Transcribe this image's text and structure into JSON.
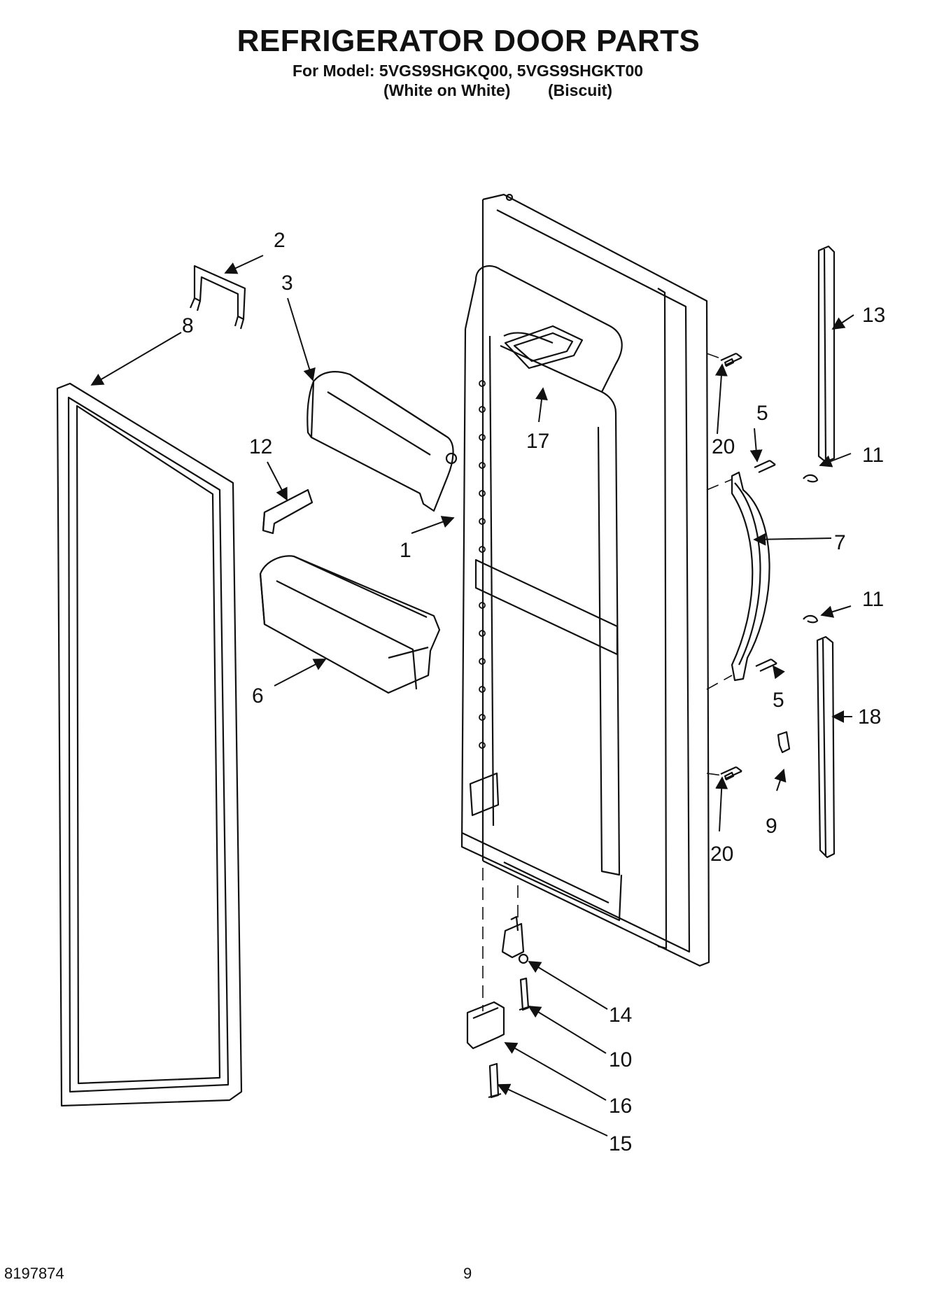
{
  "header": {
    "title": "REFRIGERATOR DOOR PARTS",
    "model_line": "For Model: 5VGS9SHGKQ00, 5VGS9SHGKT00",
    "variant_1": "(White on White)",
    "variant_2": "(Biscuit)"
  },
  "callouts": {
    "p1": "1",
    "p2": "2",
    "p3": "3",
    "p5a": "5",
    "p5b": "5",
    "p6": "6",
    "p7": "7",
    "p8": "8",
    "p9": "9",
    "p10": "10",
    "p11a": "11",
    "p11b": "11",
    "p12": "12",
    "p13": "13",
    "p14": "14",
    "p15": "15",
    "p16": "16",
    "p17": "17",
    "p18": "18",
    "p20a": "20",
    "p20b": "20"
  },
  "footer": {
    "doc_number": "8197874",
    "page_number": "9"
  }
}
